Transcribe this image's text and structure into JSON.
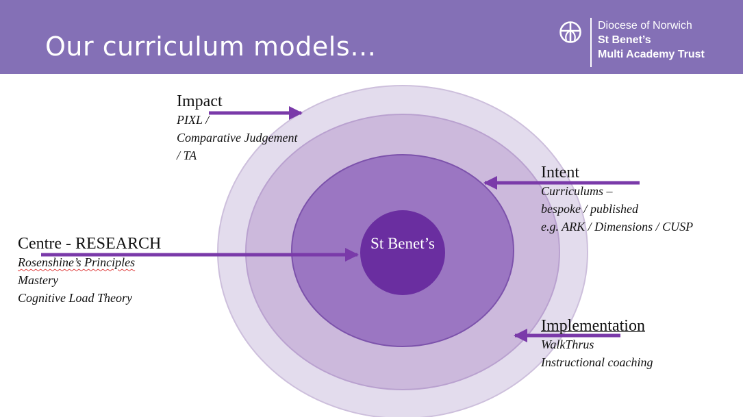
{
  "header": {
    "title": "Our curriculum models…",
    "logo_lines": [
      "Diocese of Norwich",
      "St Benet’s",
      "Multi Academy Trust"
    ],
    "background_color": "#8470b6"
  },
  "diagram": {
    "center_label": "St Benet’s",
    "rings_colors": [
      "#e3dced",
      "#ccb9dc",
      "#9b76c2",
      "#6a2ea0"
    ],
    "arrow_color": "#7a3aa9",
    "impact": {
      "heading": "Impact",
      "lines": [
        "PIXL /",
        "Comparative Judgement",
        "/ TA"
      ]
    },
    "intent": {
      "heading": "Intent",
      "lines": [
        "Curriculums –",
        "bespoke / published",
        "e.g. ARK / Dimensions / CUSP"
      ]
    },
    "centre": {
      "heading": "Centre - RESEARCH",
      "lines": [
        "Rosenshine’s Principles",
        "Mastery",
        "Cognitive Load Theory"
      ]
    },
    "implementation": {
      "heading": "Implementation",
      "lines": [
        "WalkThrus",
        "Instructional coaching"
      ]
    }
  }
}
